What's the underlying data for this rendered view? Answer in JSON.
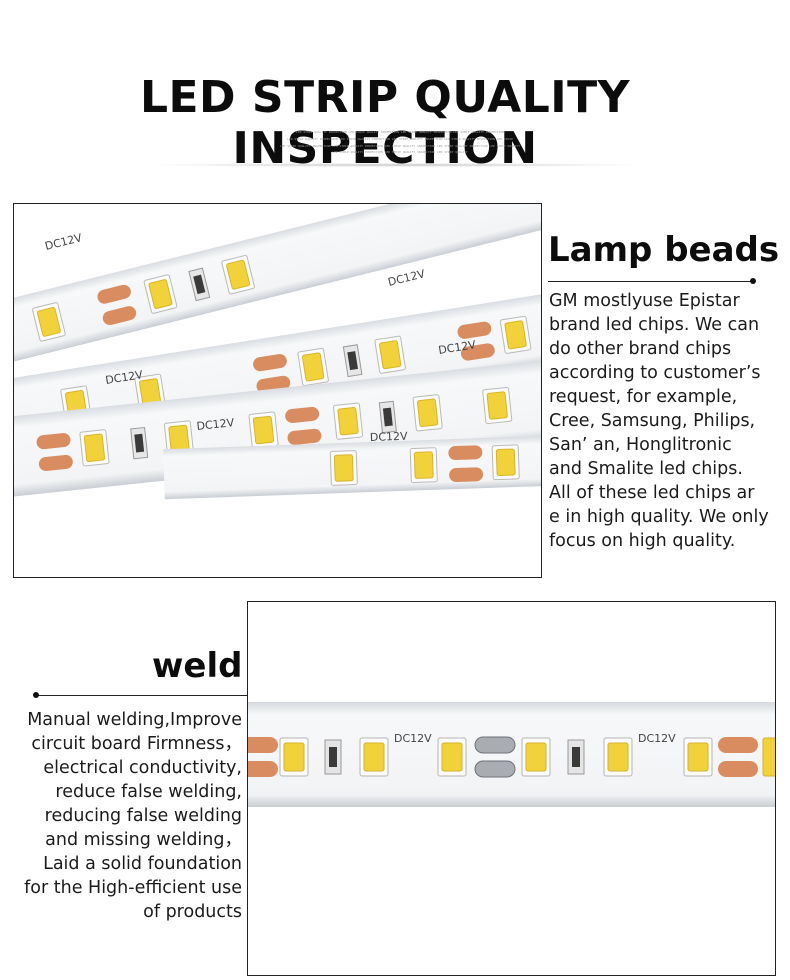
{
  "header": {
    "title": "LED STRIP QUALITY INSPECTION",
    "fine_print": [
      "LED STRIP QUALITY INSPECTION LED STRIP QUALITY INSPECTION LED STRIP QUALITY INSPECTION LED STRIP QUALITY INSPECTION",
      "LED STRIP QUALITY INSPECTION LED STRIP QUALITY INSPECTION LED STRIP QUALITY INSPECTION LED STRIP QUALITY INSPECTION LED STRIP",
      "LED STRIP QUALITY INSPECTION LED STRIP QUALITY INSPECTION LED STRIP QUALITY INSPECTION LED STRIP QUALITY INSPECTION LED STRIP QUALITY",
      "LED STRIP QUALITY INSPECTION LED STRIP QUALITY INSPECTION LED STRIP QUALITY"
    ]
  },
  "lamp_beads": {
    "heading": "Lamp beads",
    "lines": [
      "GM mostlyuse Epistar",
      "brand led chips. We can",
      "do other brand chips",
      "according to customer’s",
      "request, for example,",
      "Cree, Samsung, Philips,",
      "San’ an, Honglitronic",
      "and Smalite led chips.",
      "All of these led chips ar",
      "e in high quality. We only",
      "focus on high quality."
    ]
  },
  "weld": {
    "heading": "weld",
    "lines": [
      "Manual welding,Improve",
      "circuit board Firmness，",
      "electrical conductivity,",
      "reduce false welding,",
      "reducing false welding",
      "and missing welding，",
      "Laid a solid foundation",
      "for the High-efficient use",
      "of products"
    ]
  },
  "strip_label": "DC12V",
  "colors": {
    "chip_yellow": "#f2d23a",
    "chip_frame": "#e9e9e9",
    "pad_copper": "#d98c5f",
    "strip_silicone": "#f2f4f6"
  }
}
